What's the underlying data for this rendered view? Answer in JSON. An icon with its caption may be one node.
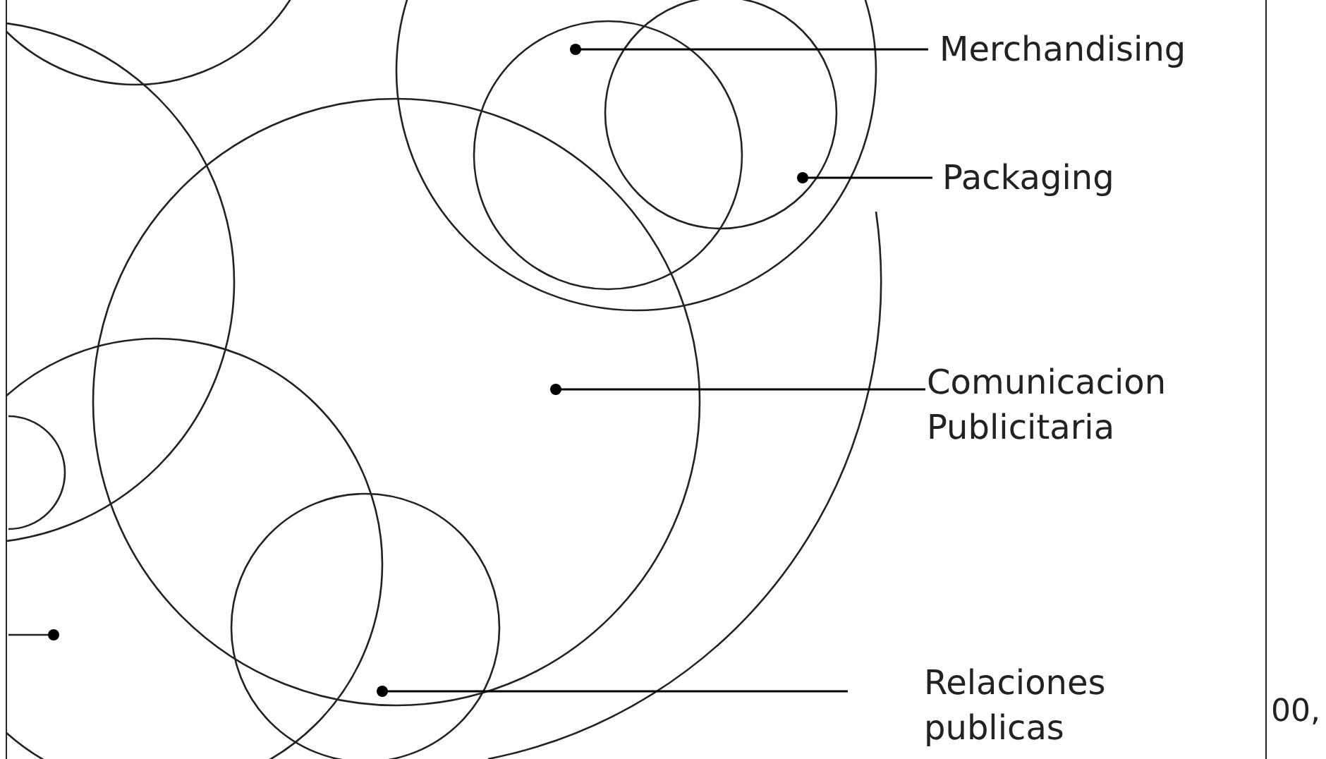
{
  "diagram": {
    "nodes": [
      {
        "text": [
          "Merchandising"
        ]
      },
      {
        "text": [
          "Packaging"
        ]
      },
      {
        "text": [
          "Comunicacion Publicitaria"
        ]
      },
      {
        "text": [
          "Relaciones publicas"
        ]
      }
    ],
    "edges": [
      {
        "from": 0,
        "to": null,
        "arrow": "other"
      },
      {
        "from": 1,
        "to": null,
        "arrow": "other"
      },
      {
        "from": 2,
        "to": null,
        "arrow": "other"
      },
      {
        "from": 3,
        "to": null,
        "arrow": "other"
      }
    ],
    "labels": [
      "00,"
    ]
  }
}
